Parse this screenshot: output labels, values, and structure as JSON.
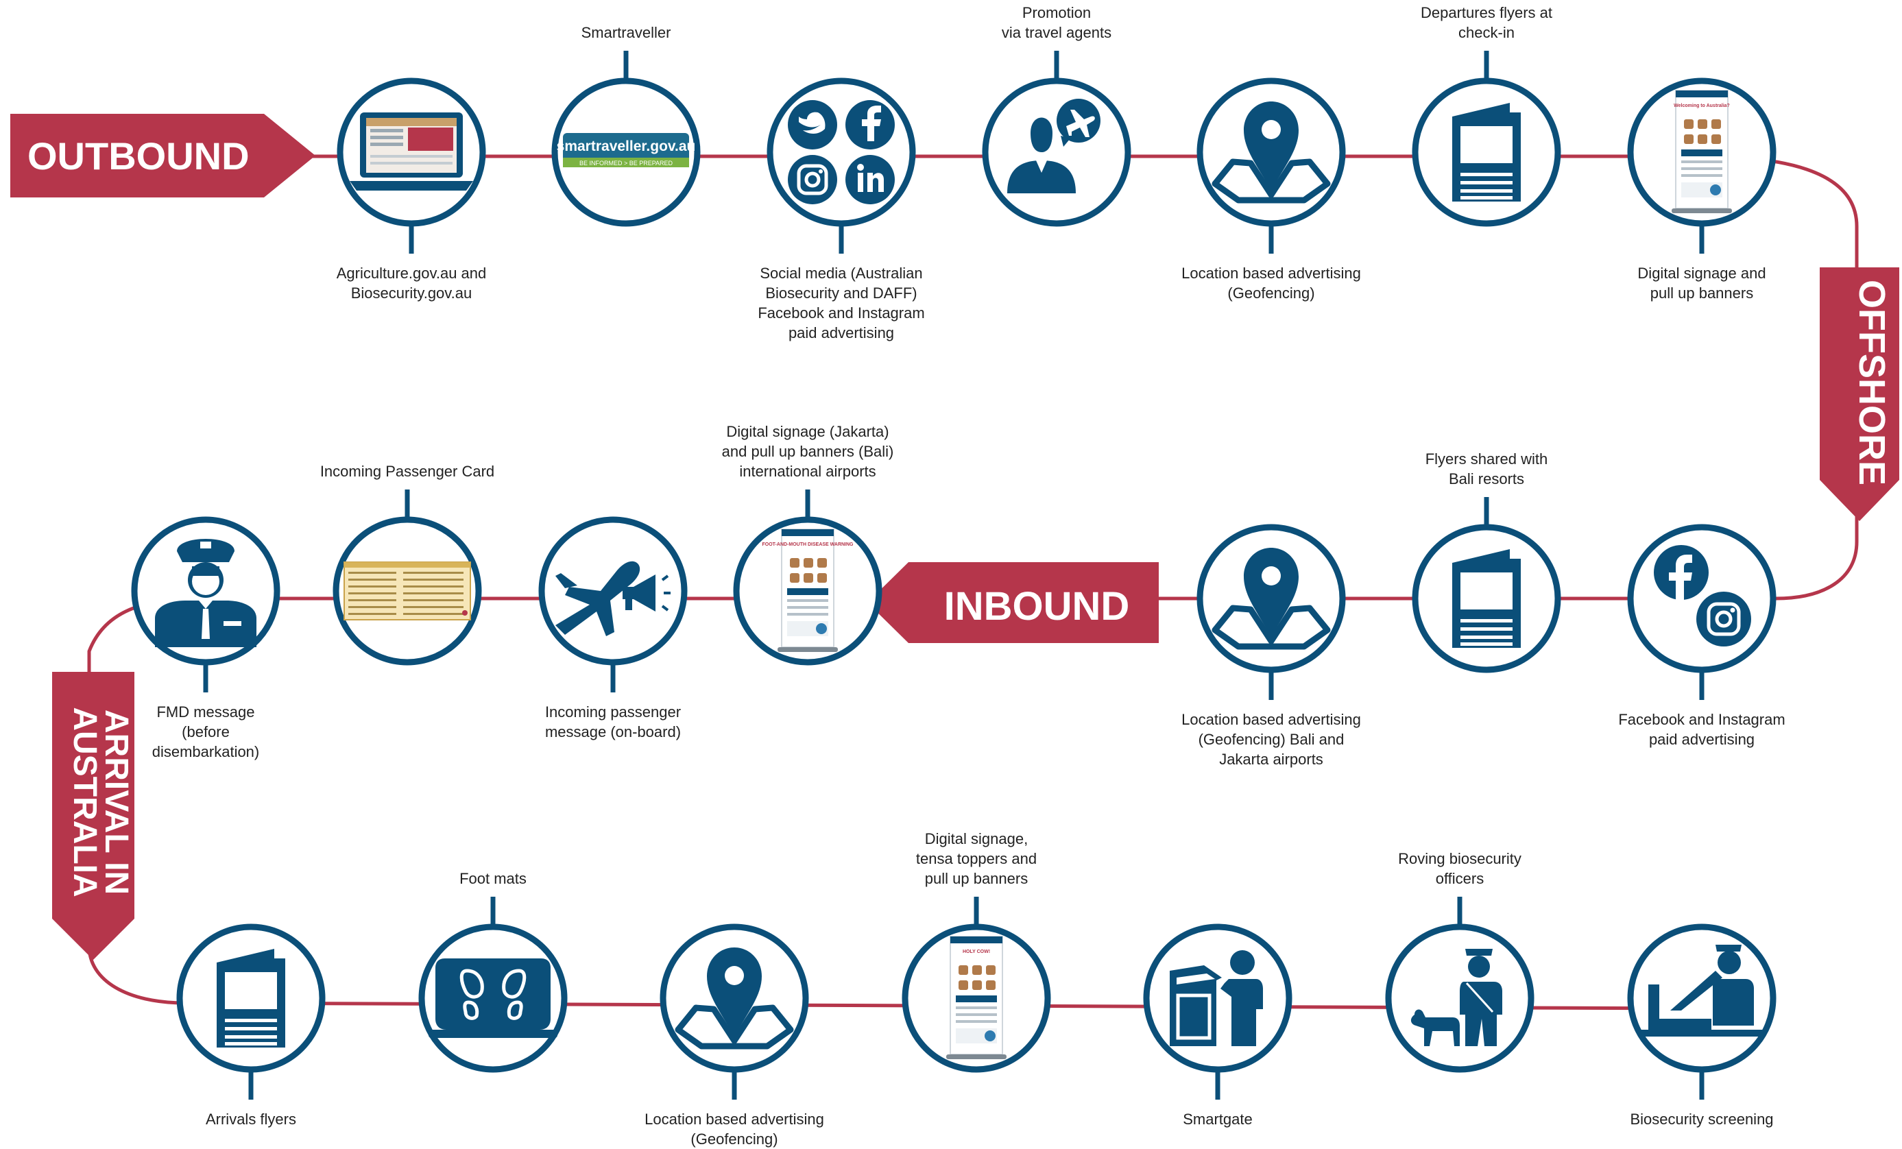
{
  "colors": {
    "navy": "#0b4f79",
    "crimson": "#b5364b",
    "white": "#ffffff",
    "text": "#222222"
  },
  "banners": {
    "outbound": "OUTBOUND",
    "offshore": "OFFSHORE",
    "inbound": "INBOUND",
    "arrival_line1": "ARRIVAL IN",
    "arrival_line2": "AUSTRALIA"
  },
  "nodes": {
    "agriculture_website": {
      "label": "Agriculture.gov.au and\nBiosecurity.gov.au",
      "icon": "laptop-website-icon"
    },
    "smartraveller": {
      "label": "Smartraveller",
      "icon": "smartraveller-logo-icon",
      "logo_text": "smartraveller.gov.au",
      "logo_tagline": "BE INFORMED > BE PREPARED"
    },
    "social_media": {
      "label": "Social media (Australian\nBiosecurity and DAFF)\nFacebook and Instagram\npaid advertising",
      "icon": "social-media-icons"
    },
    "travel_agents": {
      "label": "Promotion\nvia travel agents",
      "icon": "travel-agent-icon"
    },
    "geofencing_outbound": {
      "label": "Location based advertising\n(Geofencing)",
      "icon": "map-pin-icon"
    },
    "departure_flyers": {
      "label": "Departures flyers at\ncheck-in",
      "icon": "flyer-icon"
    },
    "digital_signage_outbound": {
      "label": "Digital signage and\npull up banners",
      "icon": "pull-up-banner-icon",
      "banner_text": "Welcoming to Australia?"
    },
    "facebook_instagram_inbound": {
      "label": "Facebook and Instagram\npaid advertising",
      "icon": "facebook-instagram-icon"
    },
    "bali_flyers": {
      "label": "Flyers shared with\nBali resorts",
      "icon": "flyer-icon"
    },
    "geofencing_bali": {
      "label": "Location based advertising\n(Geofencing) Bali and\nJakarta airports",
      "icon": "map-pin-icon"
    },
    "digital_signage_jakarta": {
      "label": "Digital signage (Jakarta)\nand pull up banners (Bali)\ninternational airports",
      "icon": "pull-up-banner-icon",
      "banner_text": "FOOT-AND-MOUTH DISEASE WARNING"
    },
    "onboard_message": {
      "label": "Incoming passenger\nmessage (on-board)",
      "icon": "plane-megaphone-icon"
    },
    "incoming_passenger_card": {
      "label": "Incoming Passenger Card",
      "icon": "passenger-card-icon"
    },
    "fmd_message": {
      "label": "FMD message\n(before\ndisembarkation)",
      "icon": "pilot-icon"
    },
    "arrivals_flyers": {
      "label": "Arrivals flyers",
      "icon": "flyer-icon"
    },
    "foot_mats": {
      "label": "Foot mats",
      "icon": "foot-mat-icon"
    },
    "geofencing_arrival": {
      "label": "Location based advertising\n(Geofencing)",
      "icon": "map-pin-icon"
    },
    "digital_signage_arrival": {
      "label": "Digital signage,\ntensa toppers and\npull up banners",
      "icon": "pull-up-banner-icon",
      "banner_text": "HOLY COW!"
    },
    "smartgate": {
      "label": "Smartgate",
      "icon": "smartgate-icon"
    },
    "roving_officers": {
      "label": "Roving biosecurity\nofficers",
      "icon": "officer-dog-icon"
    },
    "biosecurity_screening": {
      "label": "Biosecurity screening",
      "icon": "screening-officer-icon"
    }
  }
}
